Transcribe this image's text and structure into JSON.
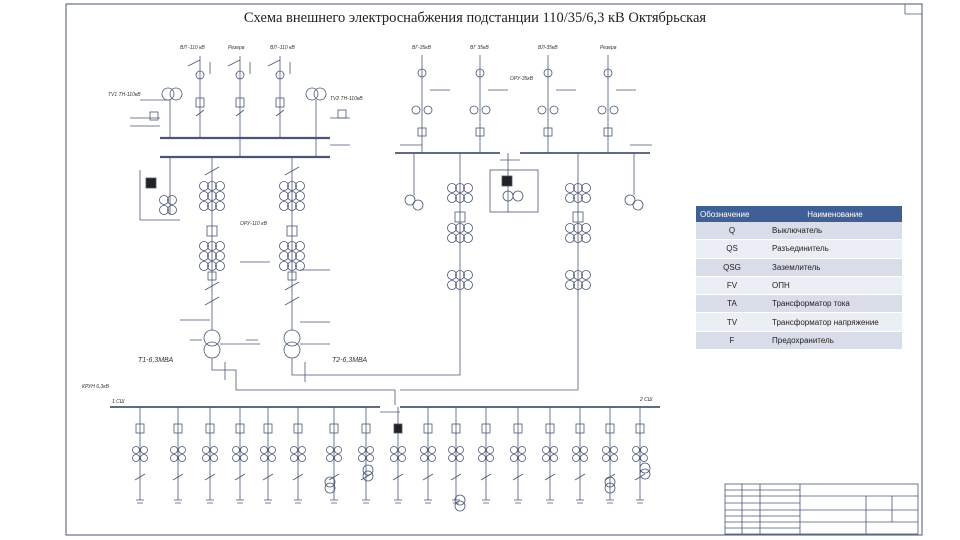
{
  "title": "Схема внешнего электроснабжения подстанции 110/35/6,3 кВ Октябрьская",
  "legend": {
    "header_code": "Обозначение",
    "header_name": "Наименование",
    "rows": [
      {
        "code": "Q",
        "name": "Выключатель"
      },
      {
        "code": "QS",
        "name": "Разъединитель"
      },
      {
        "code": "QSG",
        "name": "Заземлитель"
      },
      {
        "code": "FV",
        "name": "ОПН"
      },
      {
        "code": "TA",
        "name": "Трансформатор тока"
      },
      {
        "code": "TV",
        "name": "Трансформатор напряжение"
      },
      {
        "code": "F",
        "name": "Предохранитель"
      }
    ]
  },
  "labels": {
    "line_110_1": "ВЛ -110 кВ",
    "line_110_2": "Резерв",
    "line_110_3": "ВЛ -110 кВ",
    "line_35_1": "ВГ-35кВ",
    "line_35_2": "ВГ 35кВ",
    "line_35_3": "ВЛ-35кВ",
    "line_35_4": "Резерв",
    "oru_110": "ОРУ-110 кВ",
    "oru_35": "ОРУ-35кВ",
    "t1": "Т1-6,3МВА",
    "t2": "Т2-6,3МВА",
    "kru": "КРУН 6,3кВ",
    "bus_1": "1 СШ",
    "bus_2": "2 СШ",
    "tv_left": "TV1 ТН-110кВ",
    "tv_right": "TV2 ТН-110кВ"
  }
}
